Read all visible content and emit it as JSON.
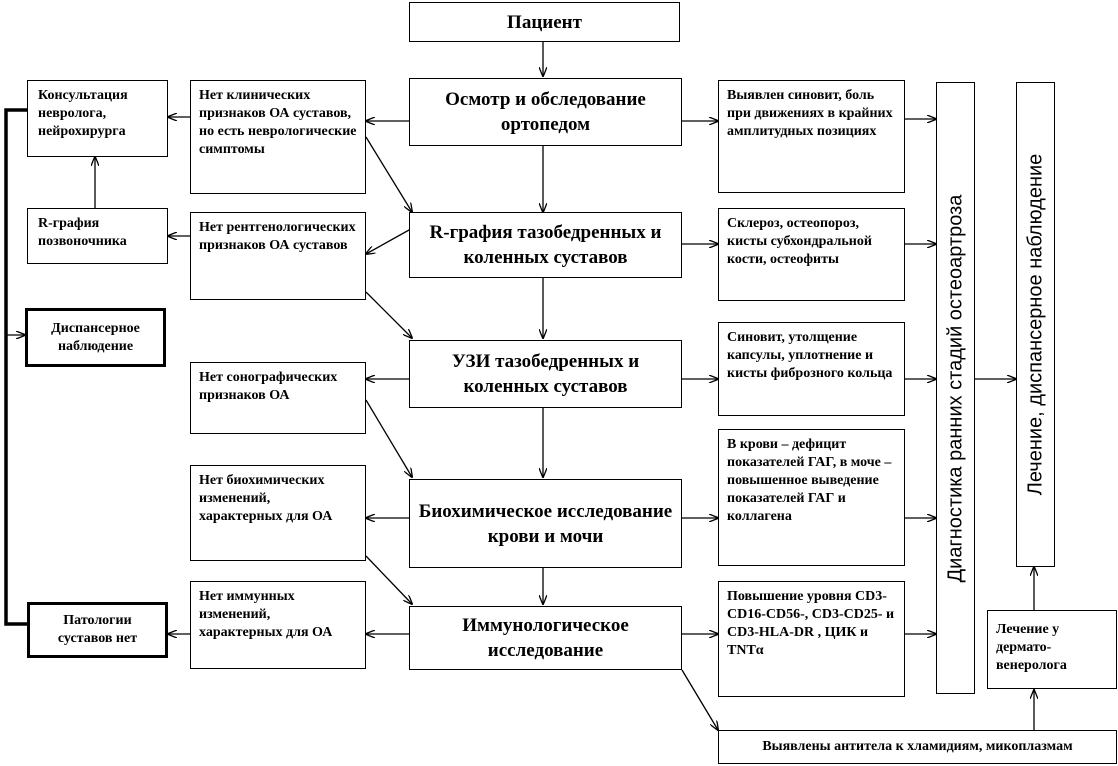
{
  "patient": "Пациент",
  "steps": {
    "exam": "Осмотр и обследование ортопедом",
    "xray": "R-графия тазобедренных и коленных суставов",
    "ultrasound": "УЗИ тазобедренных и коленных суставов",
    "biochem": "Биохимическое исследование крови и мочи",
    "immuno": "Иммунологическое исследование"
  },
  "negative": {
    "exam": "Нет клинических признаков ОА суставов, но есть неврологические симптомы",
    "xray": "Нет рентгенологических признаков ОА суставов",
    "ultrasound": "Нет сонографических признаков ОА",
    "biochem": "Нет биохимических изменений, характерных для ОА",
    "immuno": "Нет иммунных изменений, характерных для ОА"
  },
  "positive": {
    "exam": "Выявлен синовит, боль при движениях в крайних амплитудных позициях",
    "xray": "Склероз, остеопороз, кисты субхондральной кости, остеофиты",
    "ultrasound": "Синовит, утолщение капсулы, уплотнение и кисты фиброзного кольца",
    "biochem": "В крови – дефицит показателей ГАГ, в моче – повышенное выведение показателей ГАГ и коллагена",
    "immuno": "Повышение уровня CD3-CD16-CD56-, CD3-CD25- и CD3-HLA-DR , ЦИК и TNTα"
  },
  "left": {
    "consult": "Консультация невролога, нейрохирурга",
    "spine_xray": "R-графия позвоночника",
    "dispensary": "Диспансерное наблюдение",
    "no_pathology": "Патологии суставов нет"
  },
  "right": {
    "diagnosis": "Диагностика ранних стадий остеоартроза",
    "treatment": "Лечение, диспансерное наблюдение",
    "dermato": "Лечение у дермато-венеролога",
    "antibodies": "Выявлены антитела к хламидиям, микоплазмам"
  }
}
